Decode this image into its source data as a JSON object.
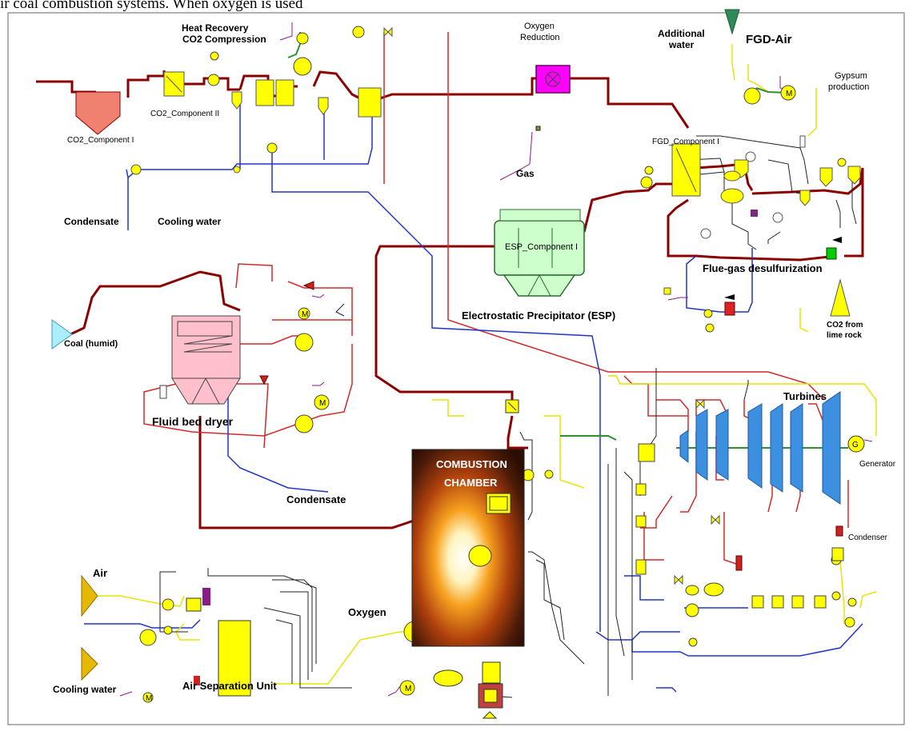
{
  "caption": "ir coal combustion systems. When oxygen is used",
  "labels": {
    "heat_recovery": "Heat Recovery",
    "co2_compression": "CO2 Compression",
    "oxygen_reduction_1": "Oxygen",
    "oxygen_reduction_2": "Reduction",
    "additional_water_1": "Additional",
    "additional_water_2": "water",
    "fgd_air": "FGD-Air",
    "gypsum_1": "Gypsum",
    "gypsum_2": "production",
    "co2_component_2": "CO2_Component II",
    "co2_component_1": "CO2_Component I",
    "fgd_component_1": "FGD_Component I",
    "condensate_top": "Condensate",
    "cooling_water_top": "Cooling water",
    "gas": "Gas",
    "esp_component": "ESP_Component I",
    "fgd": "Flue-gas desulfurization",
    "esp": "Electrostatic Precipitator  (ESP)",
    "co2_lime_1": "CO2 from",
    "co2_lime_2": "lime rock",
    "coal": "Coal (humid)",
    "fluid_bed": "Fluid bed dryer",
    "condensate_mid": "Condensate",
    "combustion_1": "COMBUSTION",
    "combustion_2": "CHAMBER",
    "turbines": "Turbines",
    "generator": "Generator",
    "condenser": "Condenser",
    "air": "Air",
    "oxygen": "Oxygen",
    "cooling_water_bottom": "Cooling water",
    "asu": "Air Separation Unit"
  },
  "symbols": {
    "motor": "M",
    "generator": "G"
  },
  "colors": {
    "flue_gas": "#8b0000",
    "steam": "#d22a2a",
    "water": "#2035c8",
    "oxygen": "#e6e600",
    "feed": "#2f8f2f",
    "equipment_yellow": "#ffff00",
    "esp_green": "#ccffcc",
    "dryer_pink": "#ffc0cb",
    "co2_tank": "#f08070",
    "oxygen_reduction": "#ff00ff",
    "turbine_blue": "#3d8fe0",
    "coal_cyan": "#aaeeff",
    "air_gold": "#e6b800",
    "fgd_air_green": "#2e8b57"
  }
}
